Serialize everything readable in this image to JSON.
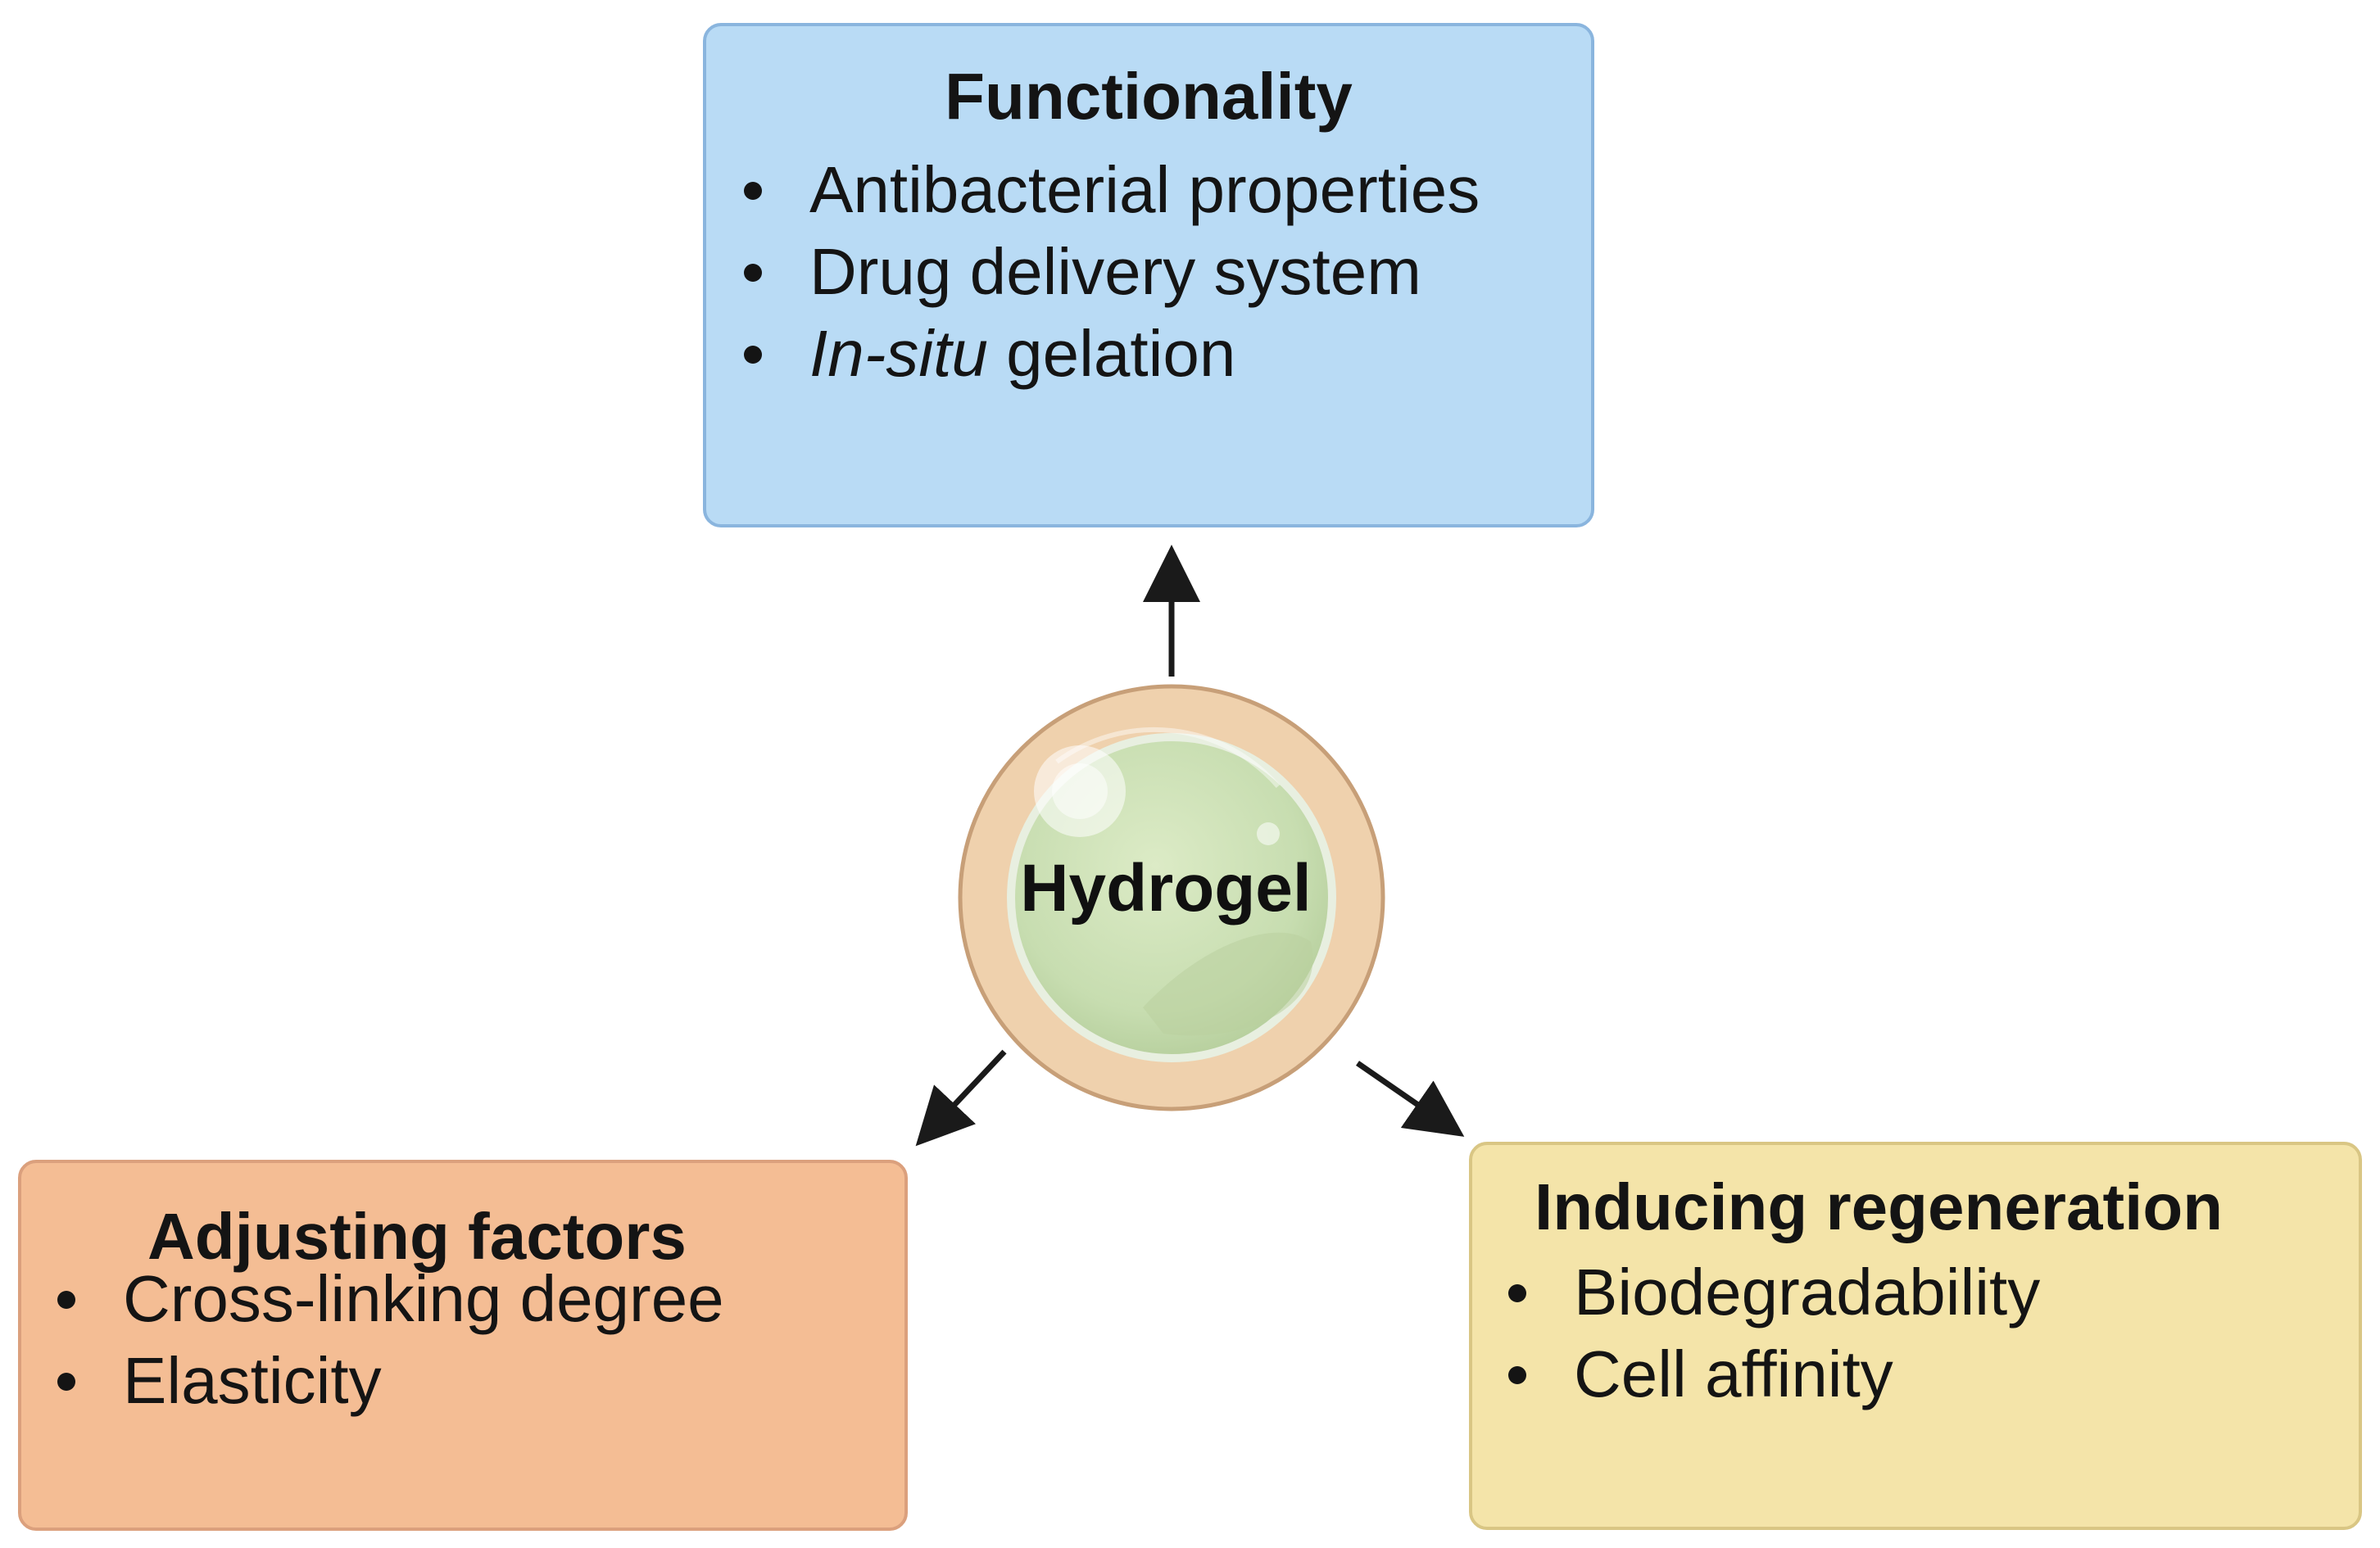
{
  "center": {
    "label": "Hydrogel"
  },
  "functionality": {
    "title": "Functionality",
    "items": [
      {
        "text": "Antibacterial properties"
      },
      {
        "text": "Drug delivery system"
      },
      {
        "italic": "In-situ",
        "text": " gelation"
      }
    ]
  },
  "adjusting": {
    "title": "Adjusting factors",
    "items": [
      {
        "text": "Cross-linking degree"
      },
      {
        "text": "Elasticity"
      }
    ]
  },
  "inducing": {
    "title": "Inducing regeneration",
    "items": [
      {
        "text": "Biodegradability"
      },
      {
        "text": "Cell affinity"
      }
    ]
  },
  "colors": {
    "functionality_box": "#b9dbf5",
    "adjusting_box": "#f4bd94",
    "inducing_box": "#f4e4a9",
    "hydrogel_outer": "#efd1ad",
    "hydrogel_inner": "#c9deb2",
    "arrow": "#1a1a1a"
  }
}
